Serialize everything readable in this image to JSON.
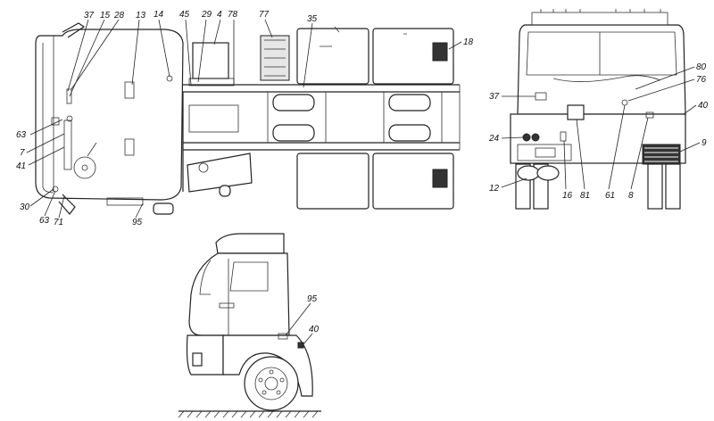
{
  "labels": {
    "top": {
      "l37": "37",
      "l15": "15",
      "l28": "28",
      "l13": "13",
      "l14": "14",
      "l45": "45",
      "l29": "29",
      "l4": "4",
      "l78": "78",
      "l77": "77",
      "l35": "35",
      "l18": "18",
      "l63a": "63",
      "l7": "7",
      "l41": "41",
      "l30": "30",
      "l63b": "63",
      "l71": "71",
      "l95": "95"
    },
    "rear": {
      "l80": "80",
      "l76": "76",
      "l37": "37",
      "l40": "40",
      "l24": "24",
      "l9": "9",
      "l12": "12",
      "l16": "16",
      "l81": "81",
      "l61": "61",
      "l8": "8"
    },
    "side": {
      "l95": "95",
      "l40": "40"
    }
  }
}
